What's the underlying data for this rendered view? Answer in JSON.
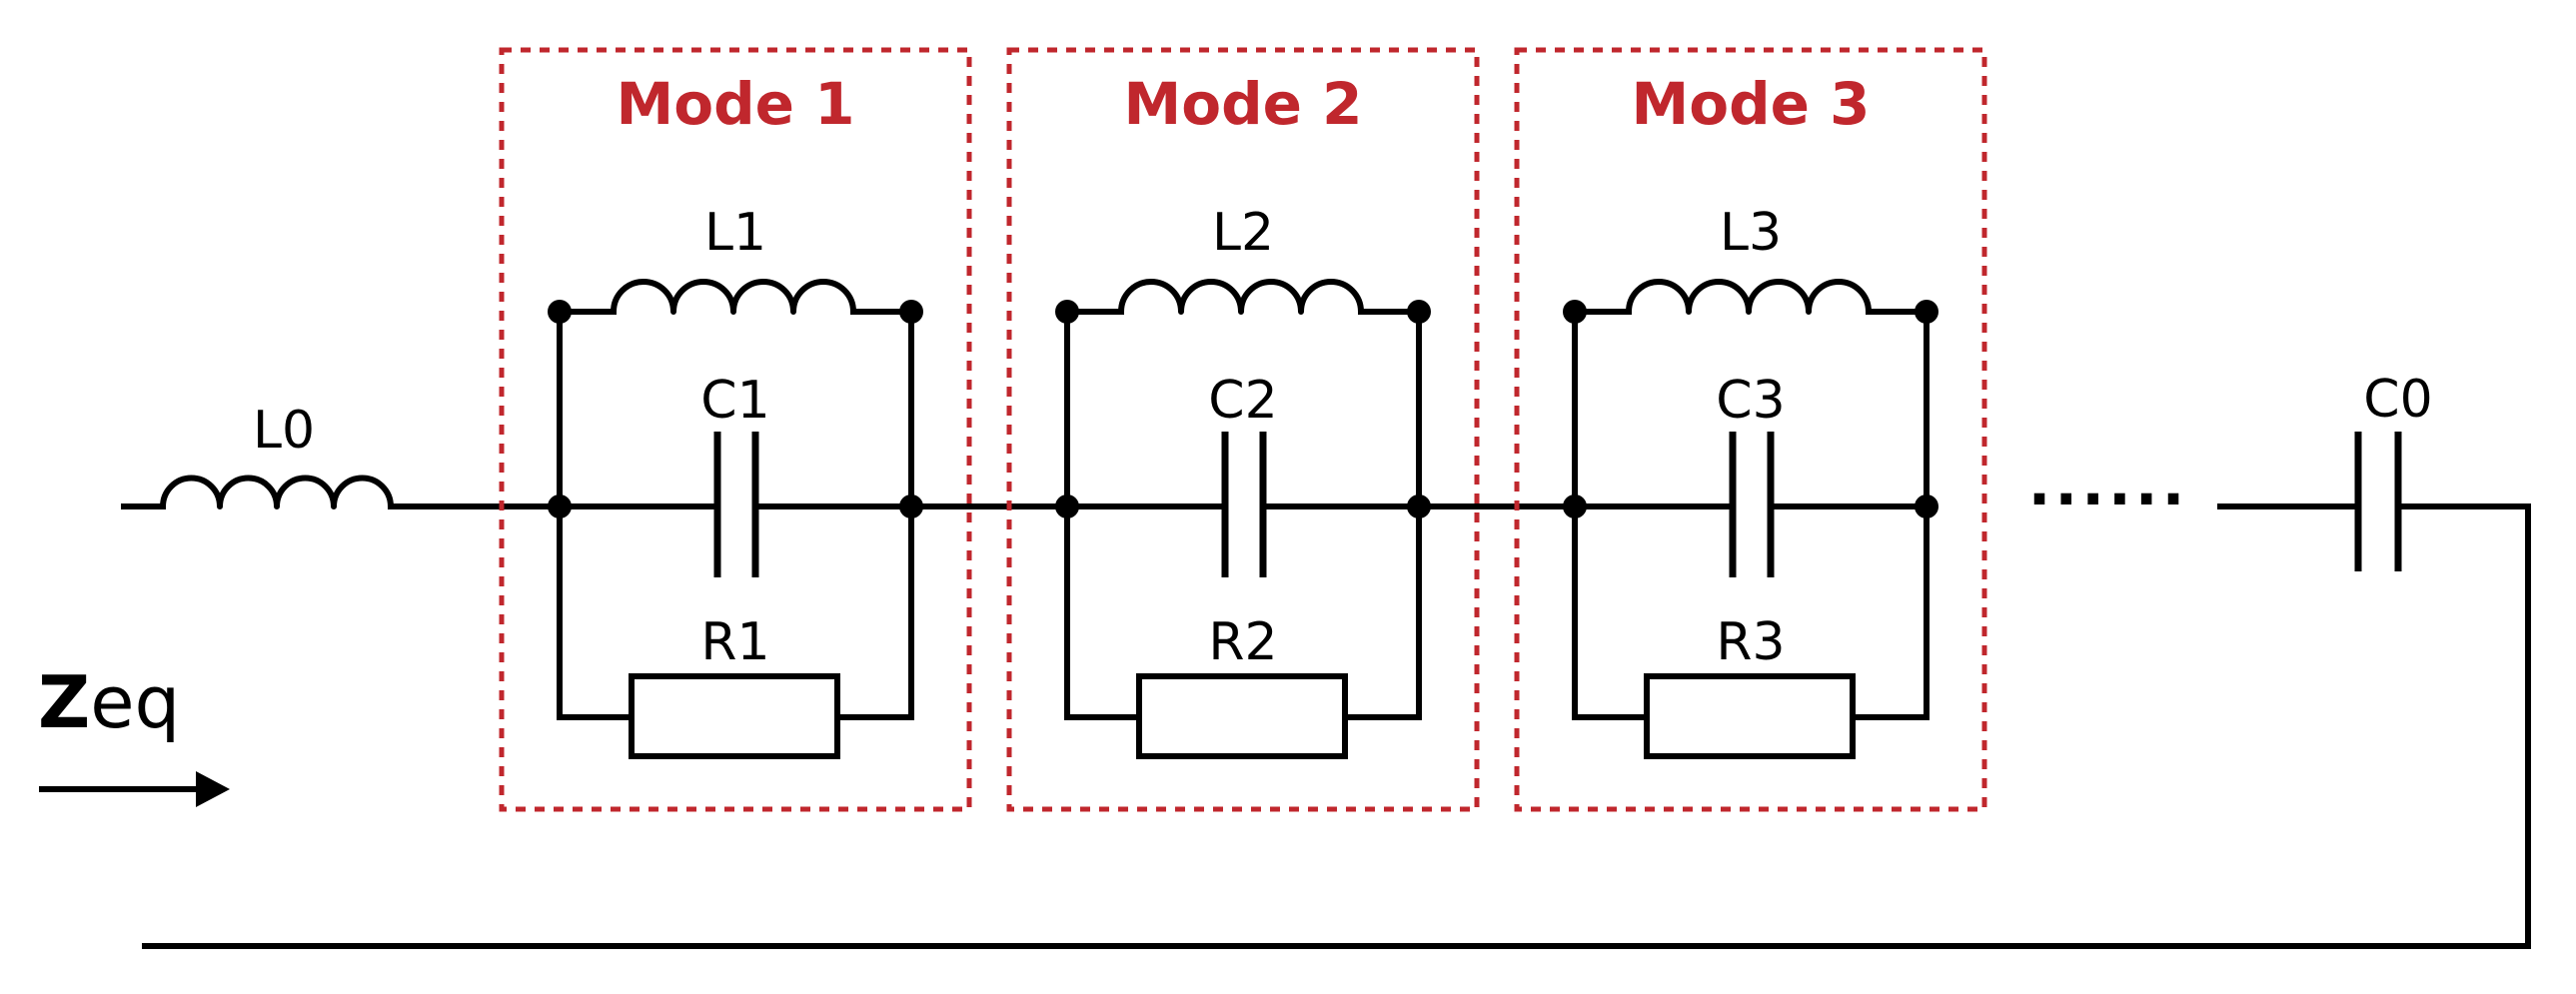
{
  "accent_color": "#c0272d",
  "input_label": {
    "bold": "Z",
    "rest": "eq"
  },
  "modes": [
    {
      "title": "Mode 1",
      "inductor": "L1",
      "capacitor": "C1",
      "resistor": "R1"
    },
    {
      "title": "Mode 2",
      "inductor": "L2",
      "capacitor": "C2",
      "resistor": "R2"
    },
    {
      "title": "Mode 3",
      "inductor": "L3",
      "capacitor": "C3",
      "resistor": "R3"
    }
  ],
  "series_inductor": "L0",
  "series_capacitor": "C0",
  "continuation": "......"
}
